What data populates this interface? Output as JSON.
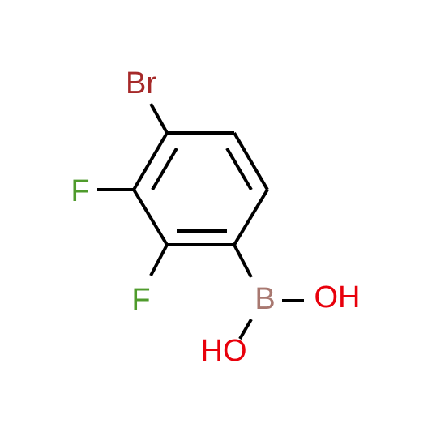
{
  "colors": {
    "background": "#ffffff",
    "bond": "#000000",
    "bromine": "#a62929",
    "fluorine": "#4f9b2c",
    "boron": "#a87870",
    "oxygen": "#e8000b"
  },
  "atoms": {
    "bromine": "Br",
    "fluorine_3": "F",
    "fluorine_2": "F",
    "boron": "B",
    "hydroxyl_right": "OH",
    "hydroxyl_left": "HO"
  }
}
